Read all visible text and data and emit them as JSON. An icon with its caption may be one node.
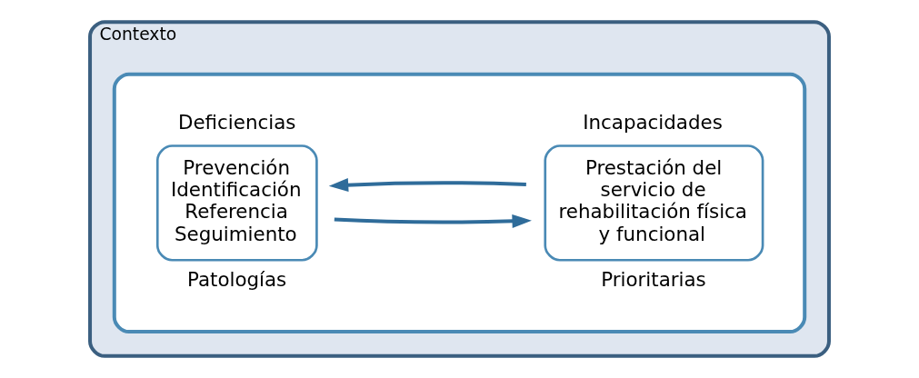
{
  "diagram": {
    "nodes": [
      {
        "text": [
          "Contexto"
        ]
      },
      {
        "text": [],
        "shape": "box",
        "in": 0
      },
      {
        "text": [
          "Prevención",
          "Identificación",
          "Referencia",
          "Seguimiento"
        ],
        "beside": [
          "Deficiencias",
          "Patologías"
        ],
        "in": 1
      },
      {
        "text": [
          "Prestación del servicio de rehabilitación física y funcional"
        ],
        "beside": [
          "Incapacidades",
          "Prioritarias"
        ],
        "in": 1
      }
    ],
    "edges": [
      {
        "from": 2,
        "to": 3,
        "arrow": "to",
        "color": "#2f6c9a"
      },
      {
        "from": 3,
        "to": 2,
        "arrow": "to",
        "color": "#2f6c9a"
      }
    ]
  }
}
